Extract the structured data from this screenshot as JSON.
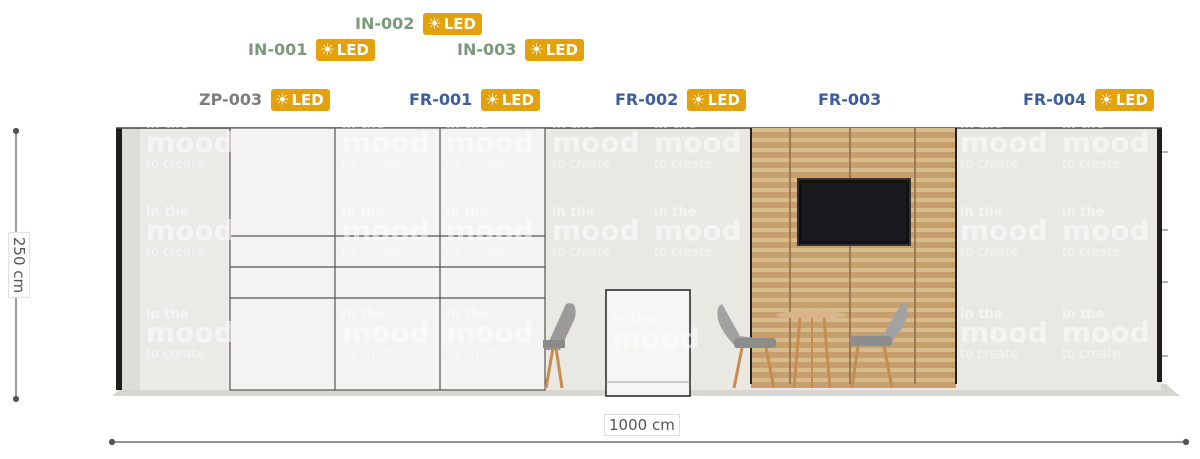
{
  "labels": [
    {
      "code": "IN-002",
      "led": "LED",
      "color": "green"
    },
    {
      "code": "IN-001",
      "led": "LED",
      "color": "green"
    },
    {
      "code": "IN-003",
      "led": "LED",
      "color": "green"
    },
    {
      "code": "ZP-003",
      "led": "LED",
      "color": "gray"
    },
    {
      "code": "FR-001",
      "led": "LED",
      "color": "blue"
    },
    {
      "code": "FR-002",
      "led": "LED",
      "color": "blue"
    },
    {
      "code": "FR-003",
      "led": "",
      "color": "blue"
    },
    {
      "code": "FR-004",
      "led": "LED",
      "color": "blue"
    }
  ],
  "dimensions": {
    "height": "250 cm",
    "width": "1000 cm"
  },
  "watermark": {
    "line1": "in the",
    "line2": "mood",
    "line3": "to create"
  },
  "colors": {
    "led": "#e3a20b",
    "green_label": "#7a9a7a",
    "blue_label": "#3b5f9e",
    "wall": "#e9e8e3",
    "slat": "#c9a878"
  }
}
